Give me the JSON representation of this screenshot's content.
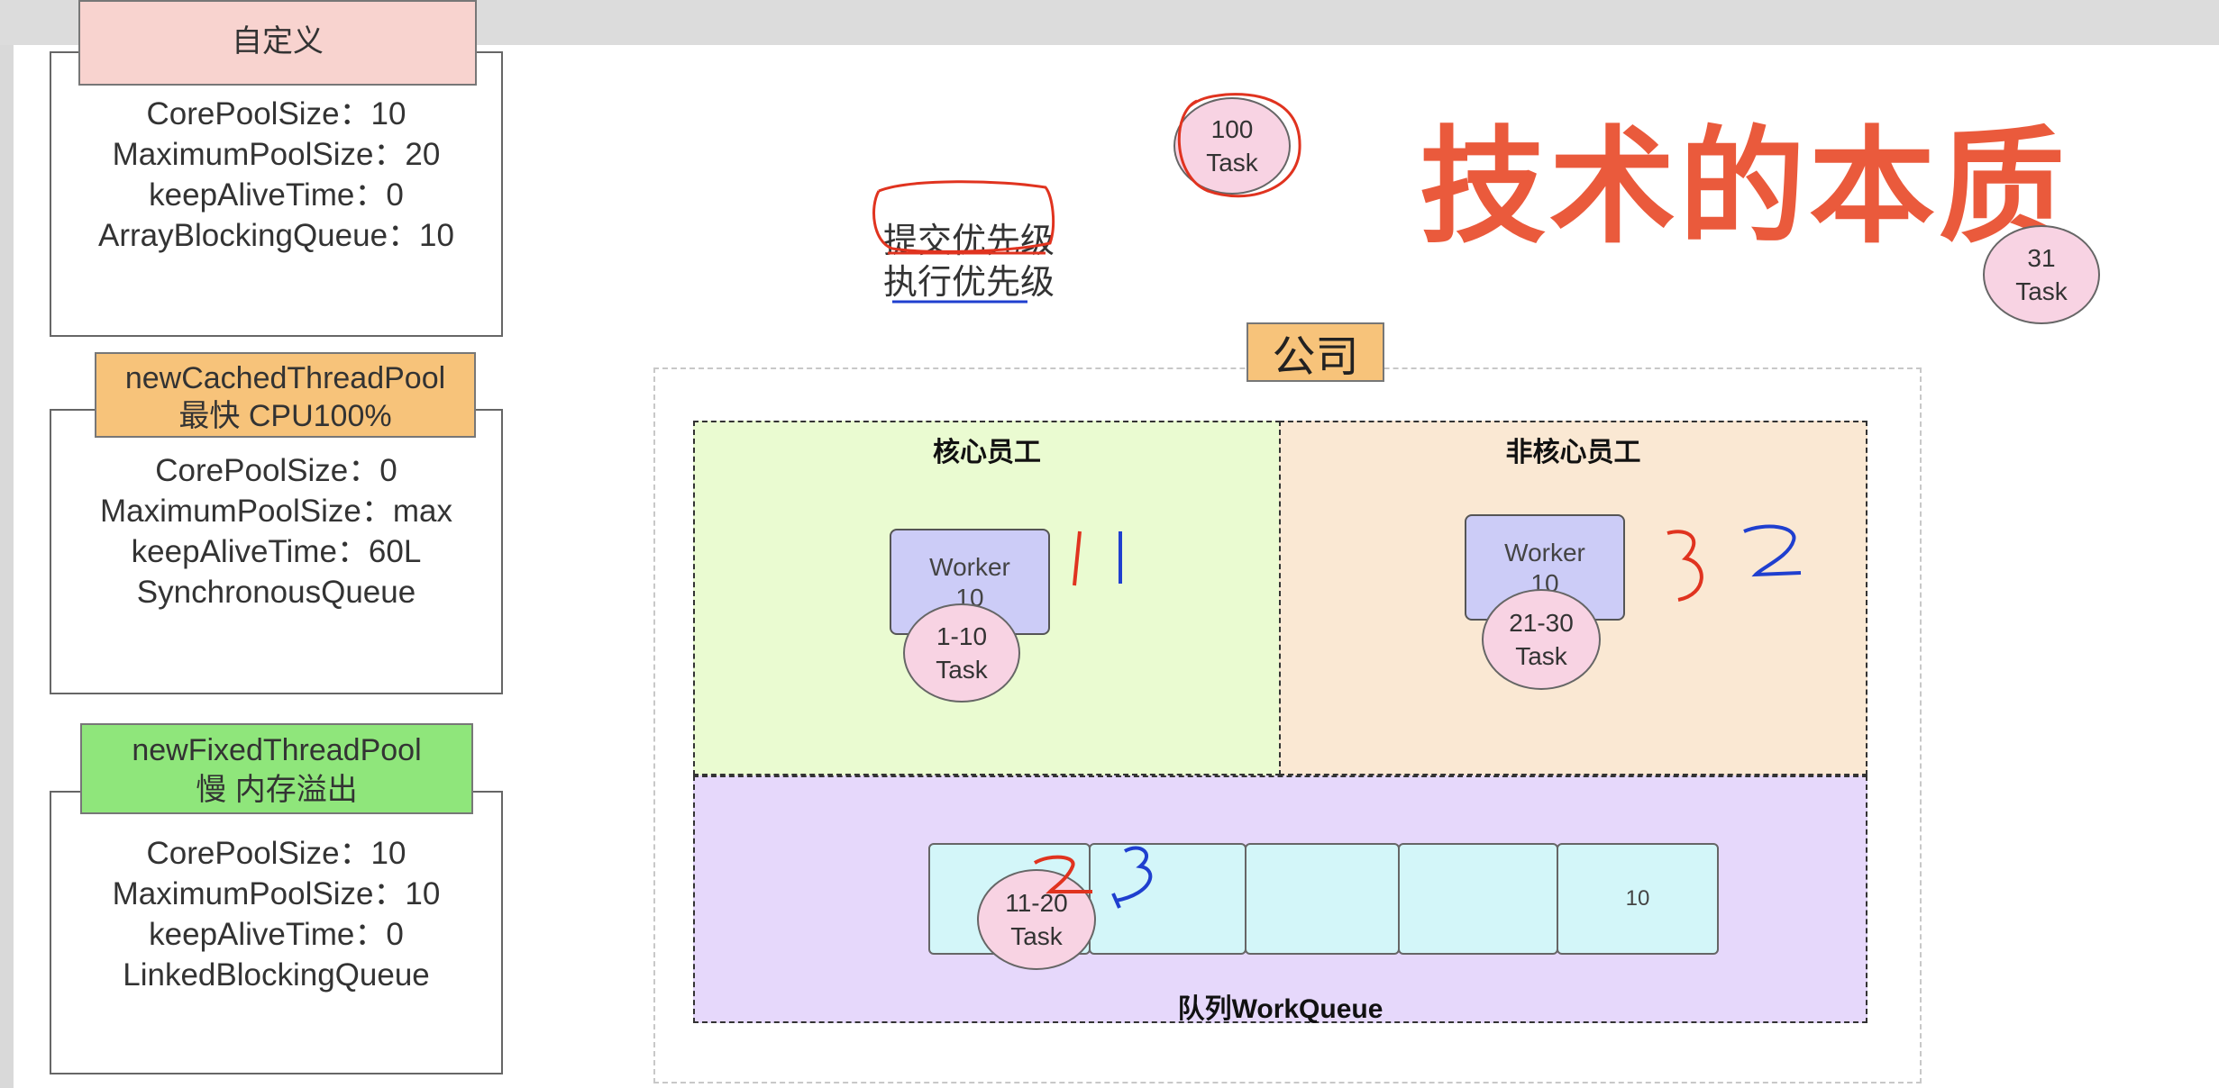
{
  "panels": [
    {
      "label_lines": [
        "自定义"
      ],
      "label_color": "#f8d3cf",
      "lines": [
        "CorePoolSize：10",
        "MaximumPoolSize：20",
        "keepAliveTime：0",
        "ArrayBlockingQueue：10"
      ]
    },
    {
      "label_lines": [
        "newCachedThreadPool",
        "最快 CPU100%"
      ],
      "label_color": "#f7c37a",
      "lines": [
        "CorePoolSize：0",
        "MaximumPoolSize：max",
        "keepAliveTime：60L",
        "SynchronousQueue"
      ]
    },
    {
      "label_lines": [
        "newFixedThreadPool",
        "慢 内存溢出"
      ],
      "label_color": "#8fe67b",
      "lines": [
        "CorePoolSize：10",
        "MaximumPoolSize：10",
        "keepAliveTime：0",
        "LinkedBlockingQueue"
      ]
    }
  ],
  "notes": {
    "submit_priority": "提交优先级",
    "exec_priority": "执行优先级"
  },
  "title": "技术的本质",
  "tasks": {
    "incoming": [
      "100",
      "Task"
    ],
    "rejected": [
      "31",
      "Task"
    ],
    "core": [
      "1-10",
      "Task"
    ],
    "queue": [
      "11-20",
      "Task"
    ],
    "noncore": [
      "21-30",
      "Task"
    ]
  },
  "company": "公司",
  "zones": {
    "core": "核心员工",
    "noncore": "非核心员工",
    "queue": "队列WorkQueue"
  },
  "workers": {
    "core": [
      "Worker",
      "10"
    ],
    "noncore": [
      "Worker",
      "10"
    ]
  },
  "queue_slots": [
    "",
    "",
    "",
    "",
    "10"
  ],
  "annotations": {
    "core_count": "11",
    "noncore_red": "3",
    "noncore_blue": "2",
    "queue_red": "2",
    "queue_blue": "3"
  },
  "colors": {
    "core_zone": "#eafbd1",
    "noncore_zone": "#fae8d3",
    "queue_zone": "#e6d8fb",
    "title": "#ea5a3c",
    "ink_red": "#e0331f",
    "ink_blue": "#1f3fcf"
  }
}
